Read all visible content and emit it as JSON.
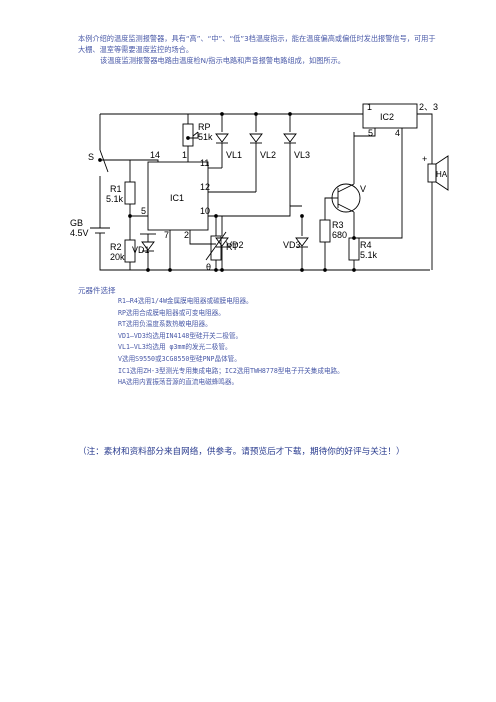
{
  "intro": {
    "line1": "本例介绍的温度监测报警器，具有“高”、“中”、“低”3档温度指示，能在温度偏高或偏低时发出报警信号，可用于大棚、温室等需要温度监控的场合。",
    "line2": "该温度监测报警器电路由温度检N/指示电路和声音报警电路组成，如图所示。"
  },
  "schematic": {
    "labels": {
      "s": "S",
      "gb": "GB",
      "gb_v": "4.5V",
      "r1": "R1",
      "r1_v": "5.1k",
      "r2": "R2",
      "r2_v": "20k",
      "vd1": "VD1",
      "vd2": "VD2",
      "vd3": "VD3",
      "rp": "RP",
      "rp_v": "51k",
      "rt": "RT",
      "theta": "θ",
      "ic1": "IC1",
      "ic2": "IC2",
      "vl1": "VL1",
      "vl2": "VL2",
      "vl3": "VL3",
      "r3": "R3",
      "r3_v": "680",
      "r4": "R4",
      "r4_v": "5.1k",
      "v": "V",
      "ha": "HA",
      "plus": "+",
      "p14": "14",
      "p1": "1",
      "p11": "11",
      "p12": "12",
      "p10": "10",
      "p5": "5",
      "p7": "7",
      "p2": "2",
      "ic2_p1": "1",
      "ic2_p23": "2、3",
      "ic2_p5": "5",
      "ic2_p4": "4"
    }
  },
  "section_title": "元器件选择",
  "parts": [
    "R1—R4选用1/4W金属膜电阻器或碳膜电阻器。",
    "RP选用合成膜电阻器或可变电阻器。",
    "RT选用负温度系数热敏电阻器。",
    "VD1—VD3均选用IN4148型硅开关二极管。",
    "VL1—VL3均选用 φ3mm的发光二极管。",
    "V选用S9550或3CG8550型硅PNP晶体管。",
    "IC1选用ZH-3型测光专用集成电路；IC2选用TWH8778型电子开关集成电路。",
    "HA选用内置振荡音源的直流电磁蜂鸣器。"
  ],
  "note": "（注：素材和资料部分来自网络，供参考。请预览后才下载，期待你的好评与关注！）"
}
